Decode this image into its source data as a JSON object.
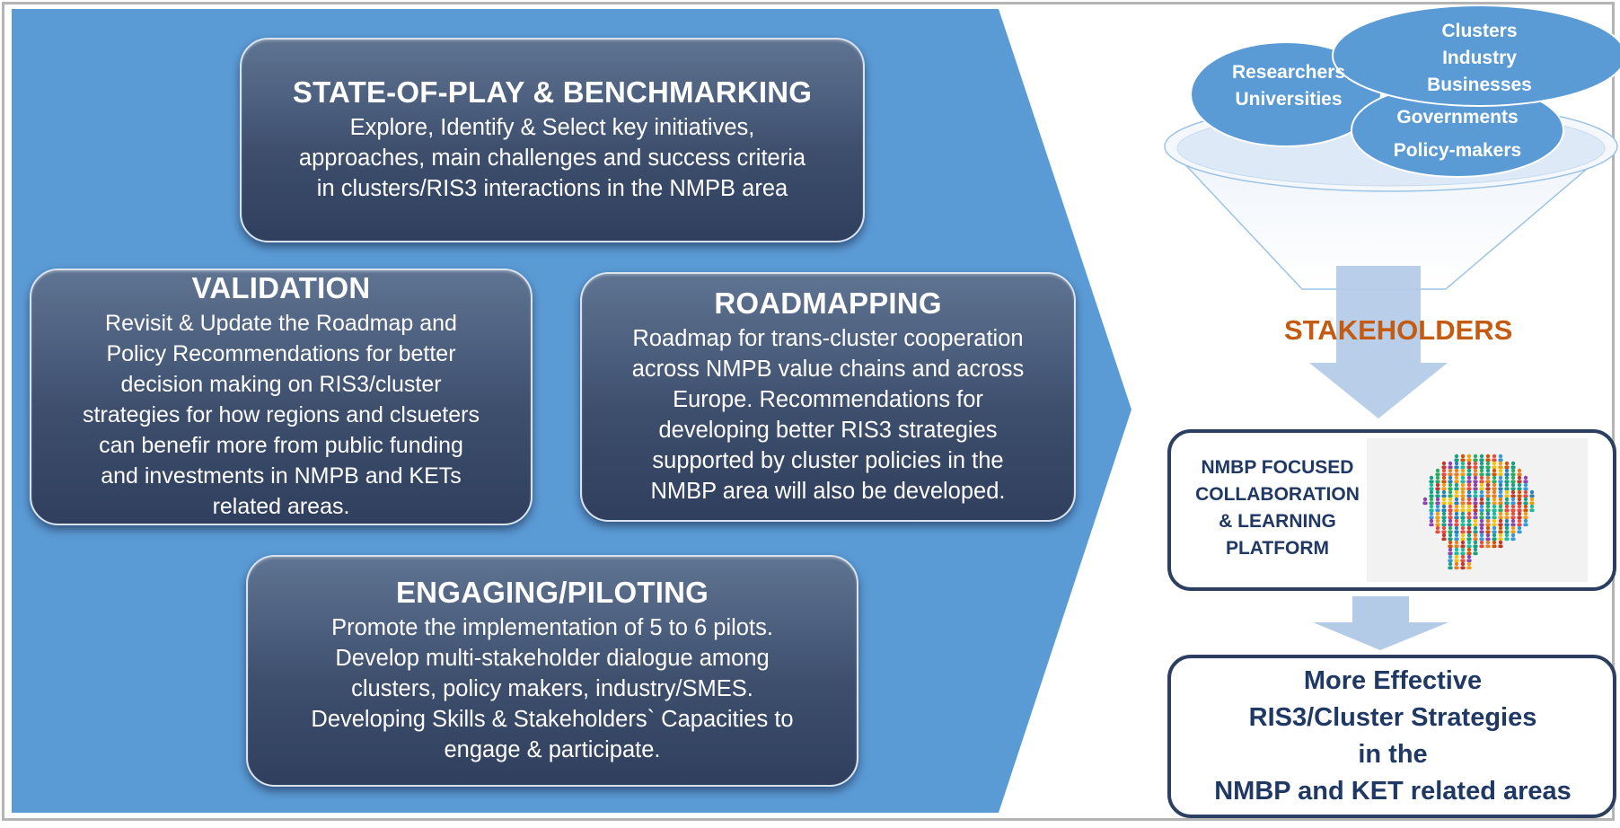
{
  "colors": {
    "pentagon": "#5b9bd5",
    "card_top": "#5f7492",
    "card_bottom": "#2f3f5d",
    "oval": "#5b9bd5",
    "arrow": "#b4cbe8",
    "stakeholders_text": "#c55a11",
    "box_border": "#2c3f61",
    "box_text": "#1f3864"
  },
  "cards": {
    "state_of_play": {
      "title": "STATE-OF-PLAY & BENCHMARKING",
      "body": "Explore, Identify & Select key initiatives,\napproaches, main challenges and success criteria\nin clusters/RIS3 interactions  in the NMPB area"
    },
    "validation": {
      "title": "VALIDATION",
      "body": "Revisit & Update  the Roadmap and\nPolicy Recommendations  for better\ndecision making on RIS3/cluster\nstrategies for how regions and clsueters\ncan benefir more from public funding\nand investments in NMPB and KETs\nrelated areas."
    },
    "roadmapping": {
      "title": "ROADMAPPING",
      "body": "Roadmap for trans-cluster cooperation\nacross NMPB value chains and across\nEurope.  Recommendations  for\ndeveloping better RIS3 strategies\nsupported by cluster policies in the\nNMBP area will also be developed."
    },
    "engaging": {
      "title": "ENGAGING/PILOTING",
      "body": "Promote the implementation of 5 to 6 pilots.\nDevelop multi-stakeholder dialogue among\nclusters, policy makers, industry/SMES.\nDeveloping Skills & Stakeholders` Capacities to\nengage & participate."
    }
  },
  "stakeholder_groups": {
    "researchers": "Researchers\nUniversities",
    "clusters": "Clusters\nIndustry\nBusinesses",
    "governments": "Governments\nPolicy-makers"
  },
  "stakeholders_label": "STAKEHOLDERS",
  "platform": {
    "label": "NMBP FOCUSED\nCOLLABORATION\n& LEARNING\nPLATFORM",
    "image_icon": "crowd-speech-bubble-icon"
  },
  "result": {
    "label": "More Effective\nRIS3/Cluster Strategies\nin the\nNMBP and KET related areas"
  }
}
